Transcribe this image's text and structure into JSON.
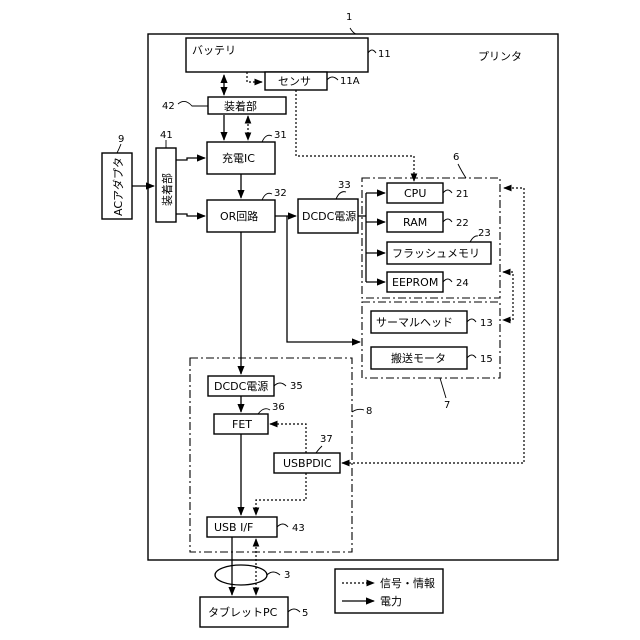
{
  "refs": {
    "r1": "1",
    "r11": "11",
    "r11a": "11A",
    "r42": "42",
    "r31": "31",
    "r9": "9",
    "r41": "41",
    "r32": "32",
    "r33": "33",
    "r6": "6",
    "r21": "21",
    "r22": "22",
    "r23": "23",
    "r24": "24",
    "r13": "13",
    "r15": "15",
    "r7": "7",
    "r8": "8",
    "r35": "35",
    "r36": "36",
    "r37": "37",
    "r43": "43",
    "r3": "3",
    "r5": "5"
  },
  "labels": {
    "printer": "プリンタ",
    "battery": "バッテリ",
    "sensor": "センサ",
    "mount42": "装着部",
    "charge_ic": "充電IC",
    "ac_adapter": "ACアダプタ",
    "mount41": "装着部",
    "or_circuit": "OR回路",
    "dcdc33": "DCDC電源",
    "cpu": "CPU",
    "ram": "RAM",
    "flash": "フラッシュメモリ",
    "eeprom": "EEPROM",
    "thermal_head": "サーマルヘッド",
    "transport_motor": "搬送モータ",
    "dcdc35": "DCDC電源",
    "fet": "FET",
    "usbpdic": "USBPDIC",
    "usb_if": "USB I/F",
    "tablet_pc": "タブレットPC"
  },
  "legend": {
    "signal": "信号・情報",
    "power": "電力"
  }
}
